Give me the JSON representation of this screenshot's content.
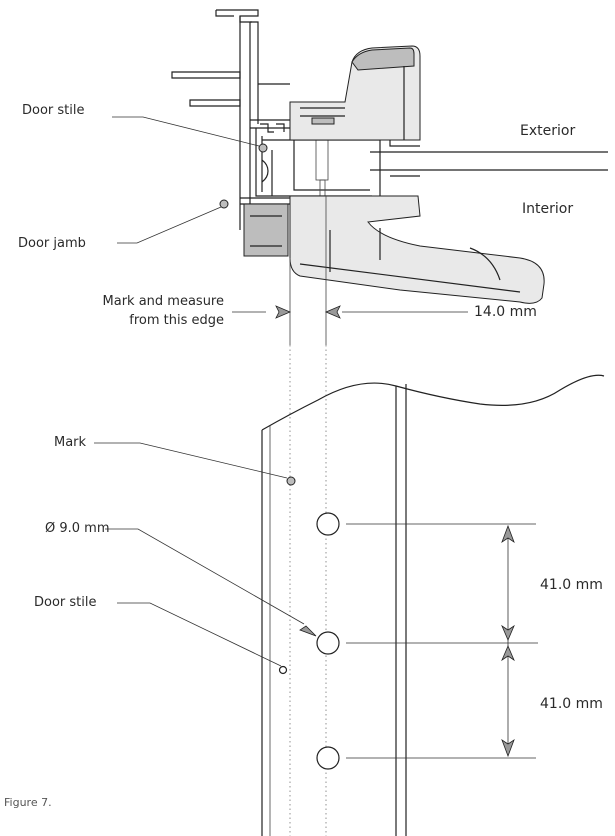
{
  "labels": {
    "door_stile_top": "Door stile",
    "door_jamb": "Door jamb",
    "exterior": "Exterior",
    "interior": "Interior",
    "mark_measure_line1": "Mark and measure",
    "mark_measure_line2": "from this edge",
    "offset_dim": "14.0 mm",
    "mark": "Mark",
    "hole_diameter": "Ø 9.0 mm",
    "door_stile_bottom": "Door stile",
    "spacing_dim_1": "41.0 mm",
    "spacing_dim_2": "41.0 mm",
    "caption": "Figure 7."
  }
}
